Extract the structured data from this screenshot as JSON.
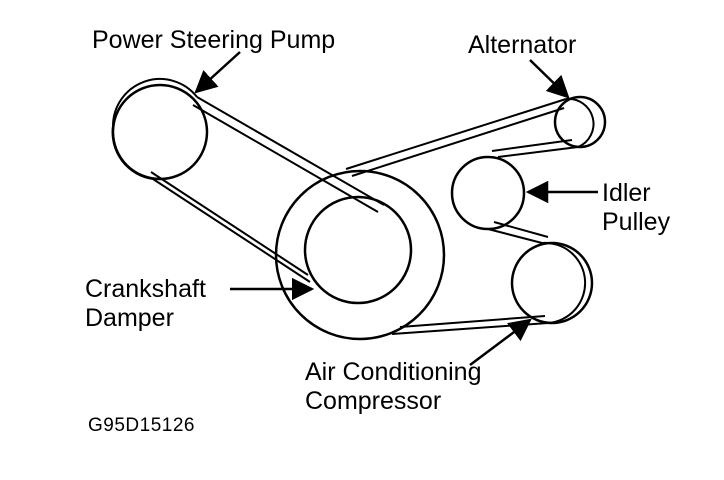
{
  "diagram": {
    "labels": {
      "power_steering_pump": "Power Steering Pump",
      "alternator": "Alternator",
      "idler_pulley_line1": "Idler",
      "idler_pulley_line2": "Pulley",
      "crankshaft_damper_line1": "Crankshaft",
      "crankshaft_damper_line2": "Damper",
      "ac_compressor_line1": "Air Conditioning",
      "ac_compressor_line2": "Compressor",
      "figure_code": "G95D15126"
    },
    "colors": {
      "ink": "#000000",
      "background": "#ffffff"
    }
  }
}
